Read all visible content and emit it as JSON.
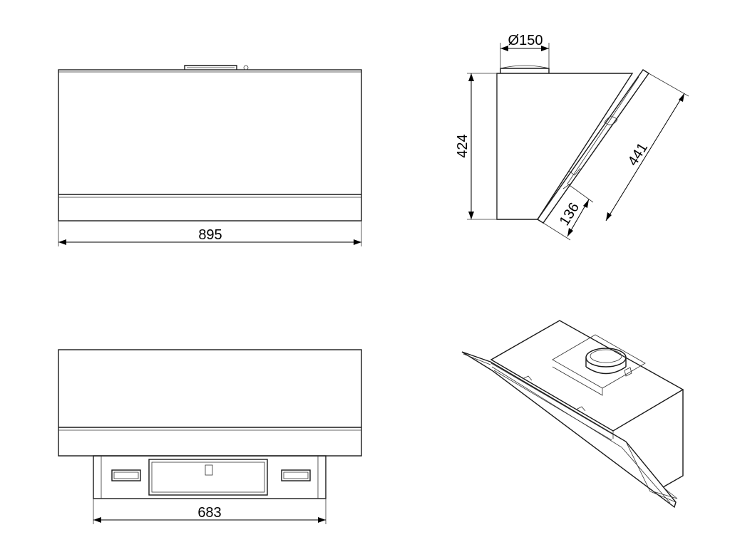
{
  "dimensions": {
    "front_width": "895",
    "bottom_width": "683",
    "side_height": "424",
    "duct_diameter": "Ø150",
    "glass_depth": "441",
    "glass_gap": "136"
  },
  "colors": {
    "line": "#1a1a1a",
    "background": "#ffffff"
  }
}
